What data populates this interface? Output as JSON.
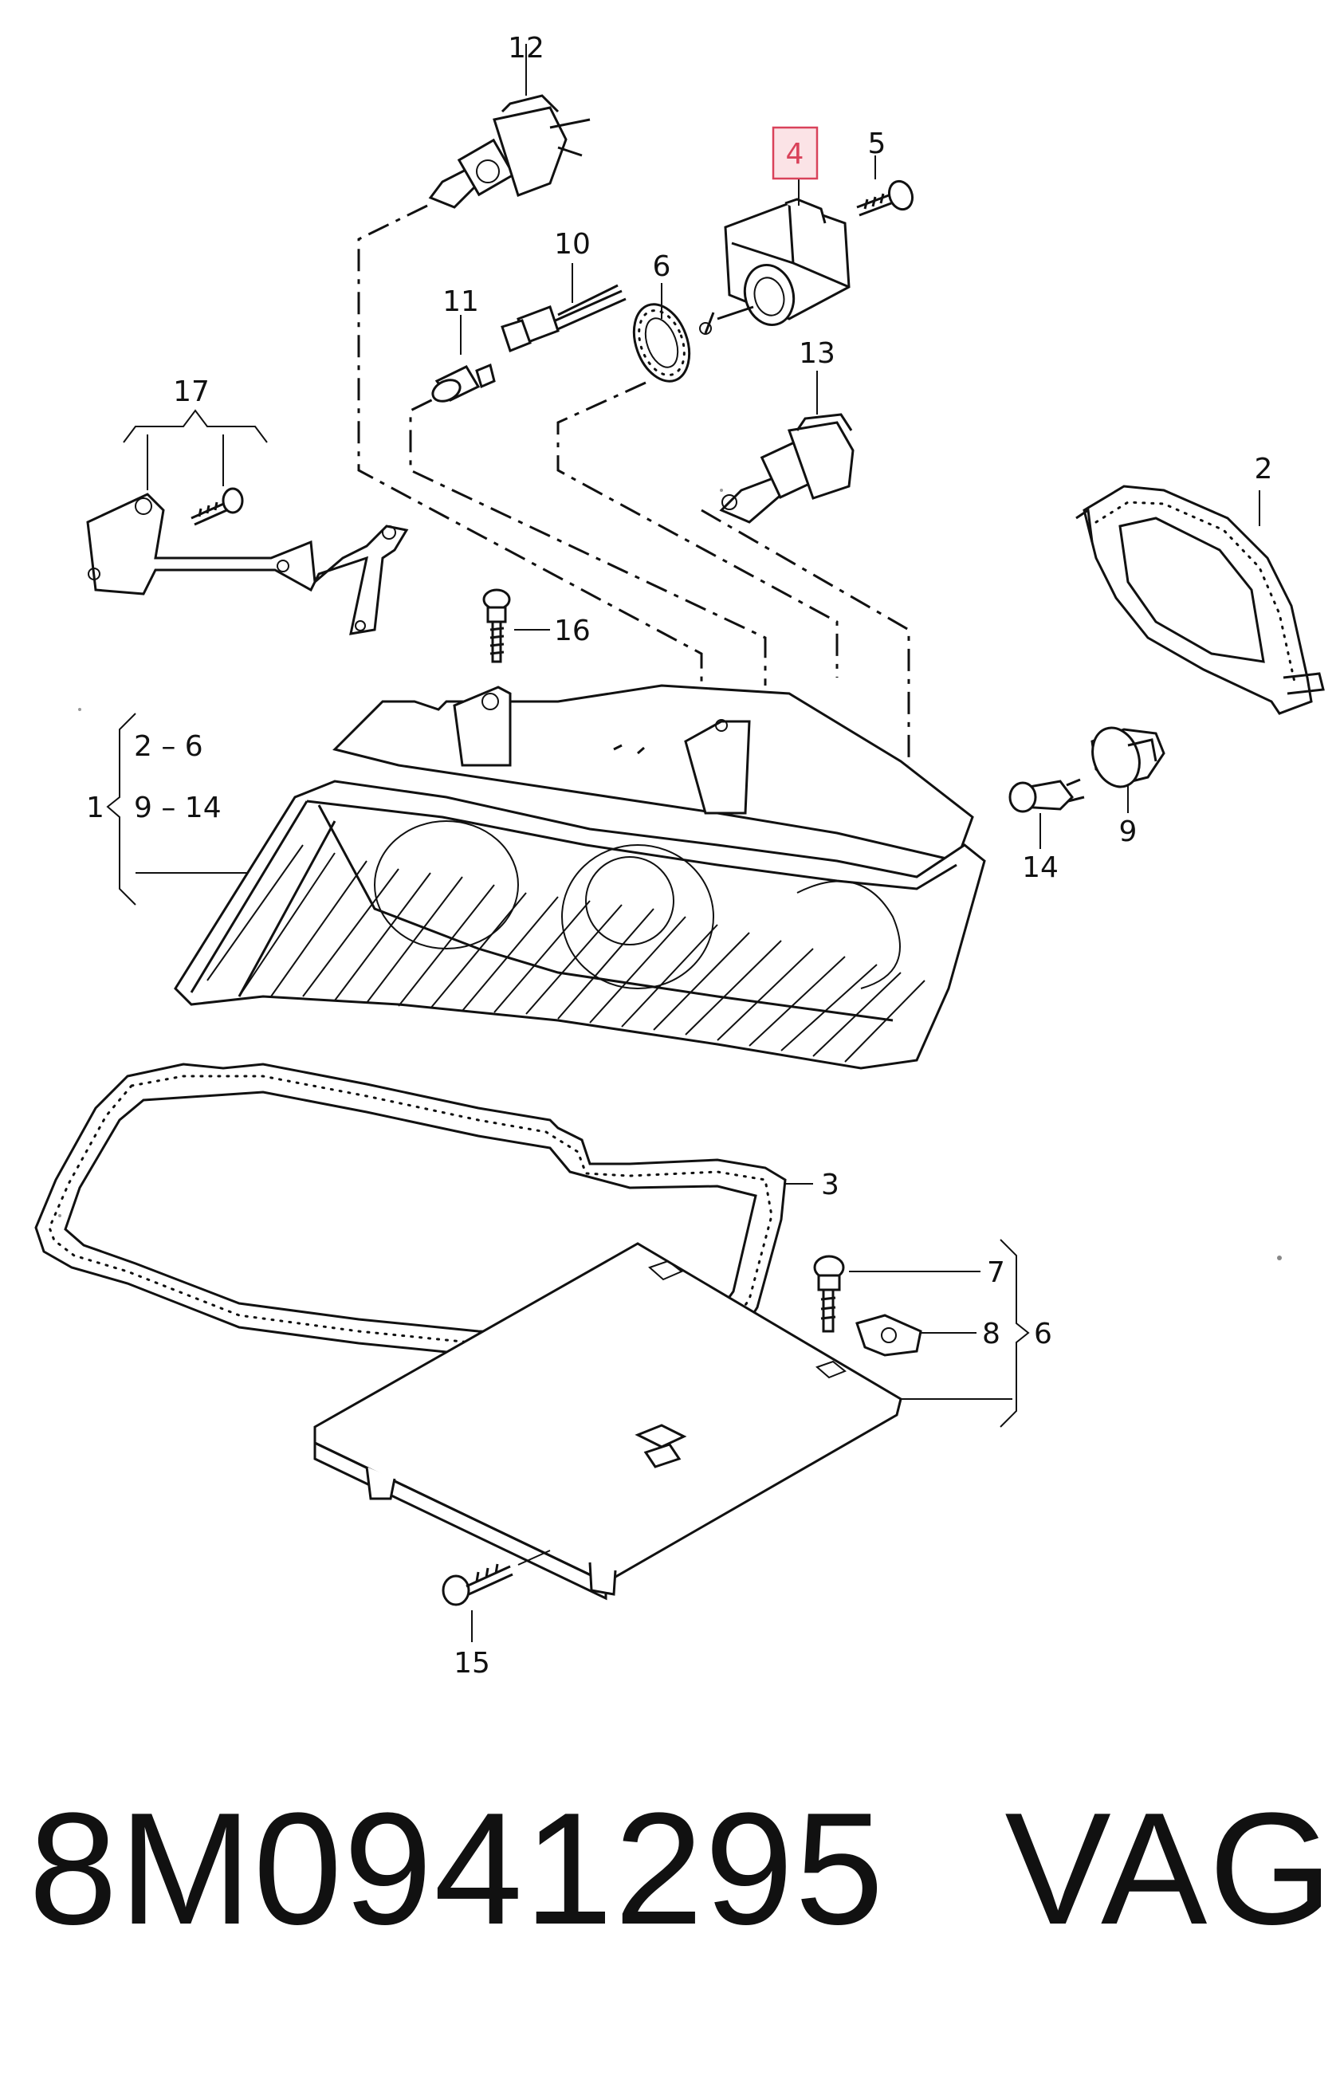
{
  "diagram": {
    "callouts": [
      {
        "id": "c12",
        "text": "12"
      },
      {
        "id": "c4",
        "text": "4",
        "highlighted": true
      },
      {
        "id": "c5",
        "text": "5"
      },
      {
        "id": "c10",
        "text": "10"
      },
      {
        "id": "c6a",
        "text": "6"
      },
      {
        "id": "c11",
        "text": "11"
      },
      {
        "id": "c13",
        "text": "13"
      },
      {
        "id": "c17",
        "text": "17"
      },
      {
        "id": "c2",
        "text": "2"
      },
      {
        "id": "c16",
        "text": "16"
      },
      {
        "id": "g1",
        "text": "1"
      },
      {
        "id": "g1a",
        "text": "2 – 6"
      },
      {
        "id": "g1b",
        "text": "9 – 14"
      },
      {
        "id": "c14",
        "text": "14"
      },
      {
        "id": "c9",
        "text": "9"
      },
      {
        "id": "c3",
        "text": "3"
      },
      {
        "id": "c7",
        "text": "7"
      },
      {
        "id": "c8",
        "text": "8"
      },
      {
        "id": "g6",
        "text": "6"
      },
      {
        "id": "c15",
        "text": "15"
      }
    ],
    "highlight_color": "#d9425a"
  },
  "footer": {
    "part_number": "8M0941295",
    "brand": "VAG"
  }
}
